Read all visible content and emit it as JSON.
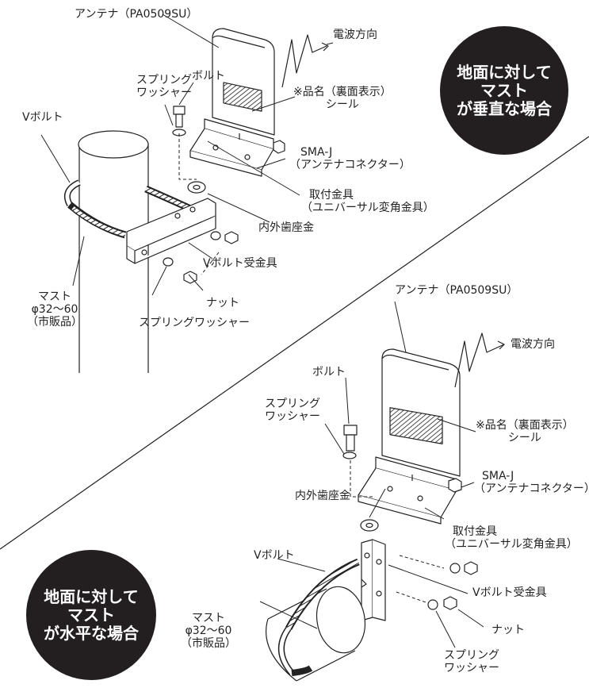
{
  "panel_vertical": {
    "badge_lines": [
      "地面に対して",
      "マスト",
      "が垂直な場合"
    ],
    "antenna": "アンテナ（PA0509SU）",
    "radio_direction": "電波方向",
    "product_label": [
      "※品名（裏面表示）",
      "シール"
    ],
    "spring_washer": [
      "スプリング",
      "ワッシャー"
    ],
    "bolt": "ボルト",
    "v_bolt": "Vボルト",
    "sma_j": [
      "SMA-J",
      "（アンテナコネクター）"
    ],
    "mounting_bracket": [
      "取付金具",
      "（ユニバーサル変角金具）"
    ],
    "tooth_washer": "内外歯座金",
    "v_bolt_receiver": "Vボルト受金具",
    "mast": [
      "マスト",
      "φ32〜60",
      "（市販品）"
    ],
    "nut": "ナット",
    "spring_washer_single": "スプリングワッシャー"
  },
  "panel_horizontal": {
    "badge_lines": [
      "地面に対して",
      "マスト",
      "が水平な場合"
    ],
    "antenna": "アンテナ（PA0509SU）",
    "radio_direction": "電波方向",
    "bolt": "ボルト",
    "spring_washer": [
      "スプリング",
      "ワッシャー"
    ],
    "product_label": [
      "※品名（裏面表示）",
      "シール"
    ],
    "sma_j": [
      "SMA-J",
      "（アンテナコネクター）"
    ],
    "tooth_washer": "内外歯座金",
    "mounting_bracket": [
      "取付金具",
      "（ユニバーサル変角金具）"
    ],
    "v_bolt": "Vボルト",
    "v_bolt_receiver": "Vボルト受金具",
    "mast": [
      "マスト",
      "φ32〜60",
      "（市販品）"
    ],
    "nut": "ナット",
    "spring_washer_bottom": [
      "スプリング",
      "ワッシャー"
    ]
  }
}
